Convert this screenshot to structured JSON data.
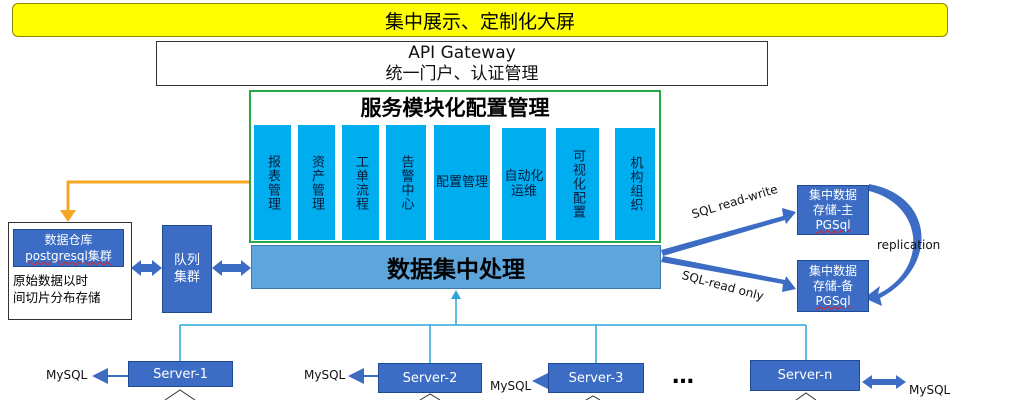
{
  "banner": {
    "title": "集中展示、定制化大屏"
  },
  "gateway": {
    "line1": "API Gateway",
    "line2": "统一门户、认证管理"
  },
  "services": {
    "title": "服务模块化配置管理",
    "modules": [
      "报表管理",
      "资产管理",
      "工单流程",
      "告警中心",
      "配置管理",
      "自动化运维",
      "可视化配置",
      "机构组织"
    ]
  },
  "core": {
    "label": "数据集中处理"
  },
  "warehouse": {
    "title_line1": "数据仓库",
    "title_line2": "postgresql集群",
    "note_line1": "原始数据以时",
    "note_line2": "间切片分布存储"
  },
  "queue": {
    "line1": "队列",
    "line2": "集群"
  },
  "storage": {
    "primary": {
      "line1": "集中数据",
      "line2": "存储-主",
      "line3": "PGSql"
    },
    "backup": {
      "line1": "集中数据",
      "line2": "存储-备",
      "line3": "PGSql"
    }
  },
  "labels": {
    "write": "SQL read-write",
    "read": "SQL-read only",
    "replication": "replication",
    "ellipsis": "…"
  },
  "servers": [
    {
      "name": "Server-1",
      "db": "MySQL"
    },
    {
      "name": "Server-2",
      "db": "MySQL"
    },
    {
      "name": "Server-3",
      "db": "MySQL"
    },
    {
      "name": "Server-n",
      "db": "MySQL"
    }
  ],
  "colors": {
    "banner": "#ffff00",
    "module": "#00aeef",
    "core": "#5ea5dc",
    "node": "#3c6cc4",
    "frame": "#27a844",
    "orange": "#f5a623",
    "line": "#2aa7d8"
  }
}
